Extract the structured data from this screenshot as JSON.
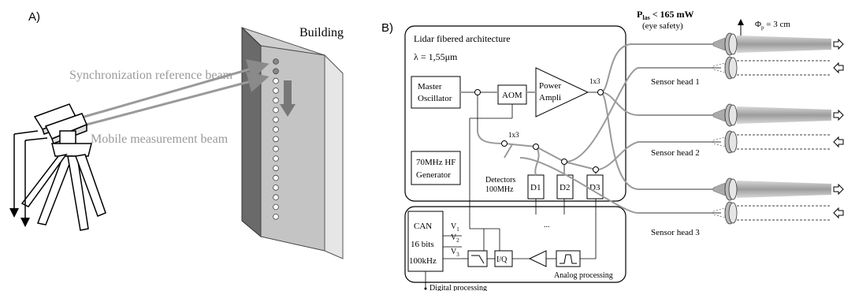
{
  "panel_a": {
    "label": "A)",
    "building": "Building",
    "sync_beam": "Synchronization reference beam",
    "mobile_beam": "Mobile measurement beam"
  },
  "panel_b": {
    "label": "B)",
    "architecture_title": "Lidar fibered architecture",
    "wavelength": "λ = 1,55μm",
    "power_main": "P",
    "power_sub": "las",
    "power_rest": " < 165 mW",
    "eye_safety": "(eye safety)",
    "phi": "Φ",
    "phi_sub": "p",
    "phi_rest": " = 3 cm",
    "master_osc_line1": "Master",
    "master_osc_line2": "Oscillator",
    "aom": "AOM",
    "power_ampli_line1": "Power",
    "power_ampli_line2": "Ampli",
    "split_1x3_a": "1x3",
    "split_1x3_b": "1x3",
    "hf_gen_line1": "70MHz HF",
    "hf_gen_line2": "Generator",
    "detectors_line1": "Detectors",
    "detectors_line2": "100MHz",
    "d1": "D1",
    "d2": "D2",
    "d3": "D3",
    "ellipsis": "...",
    "can": "CAN",
    "bits": "16 bits",
    "khz": "100kHz",
    "v1": "V",
    "v1_sub": "1",
    "v2": "V",
    "v2_sub": "2",
    "v3": "V",
    "v3_sub": "3",
    "iq": "I/Q",
    "analog": "Analog processing",
    "digital": "Digital processing",
    "sensor1": "Sensor head 1",
    "sensor2": "Sensor head 2",
    "sensor3": "Sensor head 3"
  }
}
